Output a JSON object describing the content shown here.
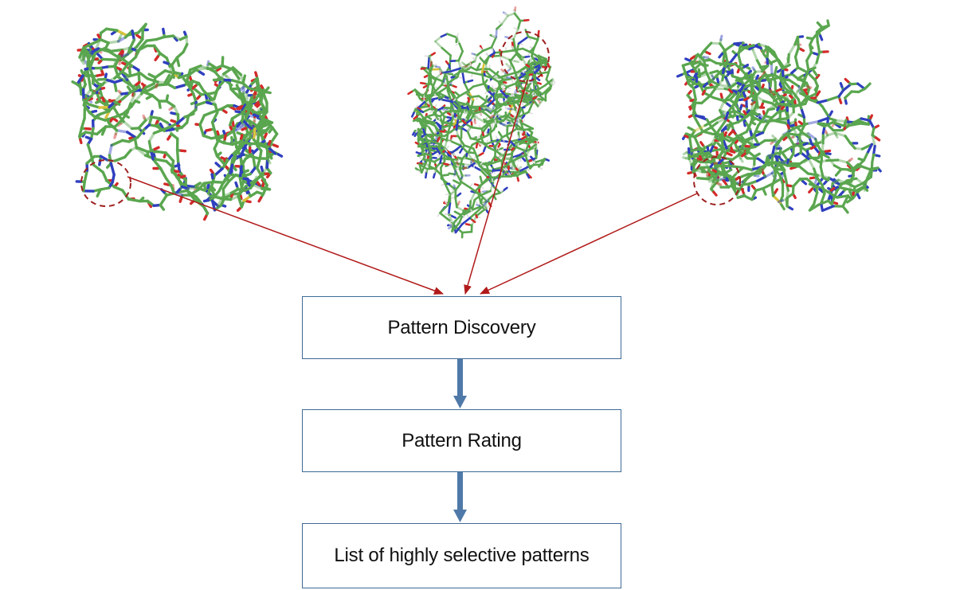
{
  "steps": [
    {
      "id": "discovery",
      "label": "Pattern Discovery"
    },
    {
      "id": "rating",
      "label": "Pattern Rating"
    },
    {
      "id": "result",
      "label": "List of highly selective patterns"
    }
  ],
  "structures": [
    {
      "name": "protein-structure-left",
      "highlighted_motif": true
    },
    {
      "name": "protein-structure-center",
      "highlighted_motif": true
    },
    {
      "name": "protein-structure-right",
      "highlighted_motif": true
    }
  ],
  "colors": {
    "carbon": "#5aa64f",
    "nitrogen": "#2f3fbf",
    "oxygen": "#d32a2a",
    "sulfur": "#d8c23a",
    "hydrogen": "#dddddd",
    "motif_circle": "#9e1f1f",
    "pointer_arrow": "#b11a1a",
    "flow_arrow": "#4f79a8",
    "box_border": "#3f6a96"
  }
}
